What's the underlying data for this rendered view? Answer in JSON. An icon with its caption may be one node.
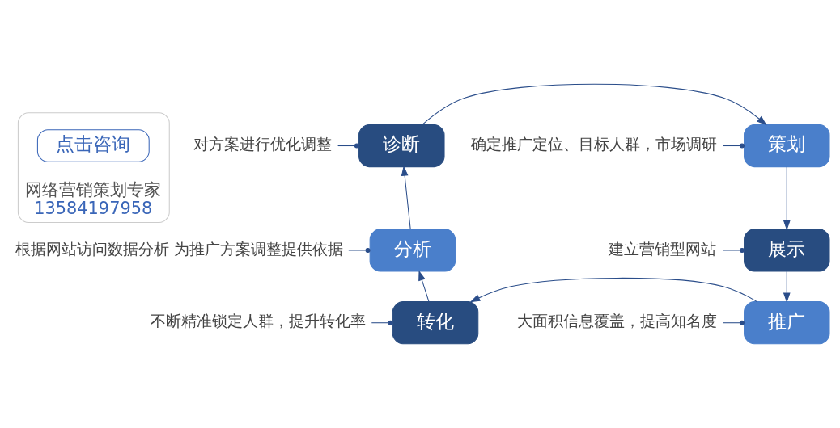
{
  "diagram": {
    "nodes": [
      {
        "text": [
          "网络营销策划专家",
          "13584197958"
        ]
      },
      {
        "text": [
          "点击咨询"
        ],
        "in": 0
      },
      {
        "text": [
          "策划"
        ]
      },
      {
        "text": [
          "诊断"
        ]
      },
      {
        "text": [
          "分析"
        ]
      },
      {
        "text": [
          "转化"
        ]
      },
      {
        "text": [
          "推广"
        ]
      },
      {
        "text": [
          "展示"
        ]
      },
      {
        "text": [
          "确定推广定位、目标人群，市场调研"
        ]
      },
      {
        "text": [
          "对方案进行优化调整"
        ]
      },
      {
        "text": [
          "建立营销型网站"
        ]
      },
      {
        "text": [
          "根据网站访问数据分析 为推广方案调整提供依据"
        ]
      },
      {
        "text": [
          "大面积信息覆盖，提高知名度"
        ]
      },
      {
        "text": [
          "不断精准锁定人群，提升转化率"
        ]
      }
    ],
    "edges": [
      {
        "from": 2,
        "to": 7,
        "arrow": "to"
      },
      {
        "from": 7,
        "to": 6,
        "arrow": "to"
      },
      {
        "from": 6,
        "to": 5,
        "arrow": "to"
      },
      {
        "from": 5,
        "to": 4,
        "arrow": "to"
      },
      {
        "from": 4,
        "to": 3,
        "arrow": "to"
      },
      {
        "from": 3,
        "to": 2,
        "arrow": "to"
      },
      {
        "from": 8,
        "to": 2,
        "arrow": "other"
      },
      {
        "from": 9,
        "to": 3,
        "arrow": "other"
      },
      {
        "from": 10,
        "to": 7,
        "arrow": "other"
      },
      {
        "from": 11,
        "to": 4,
        "arrow": "other"
      },
      {
        "from": 12,
        "to": 6,
        "arrow": "other"
      },
      {
        "from": 13,
        "to": 5,
        "arrow": "other"
      }
    ]
  }
}
